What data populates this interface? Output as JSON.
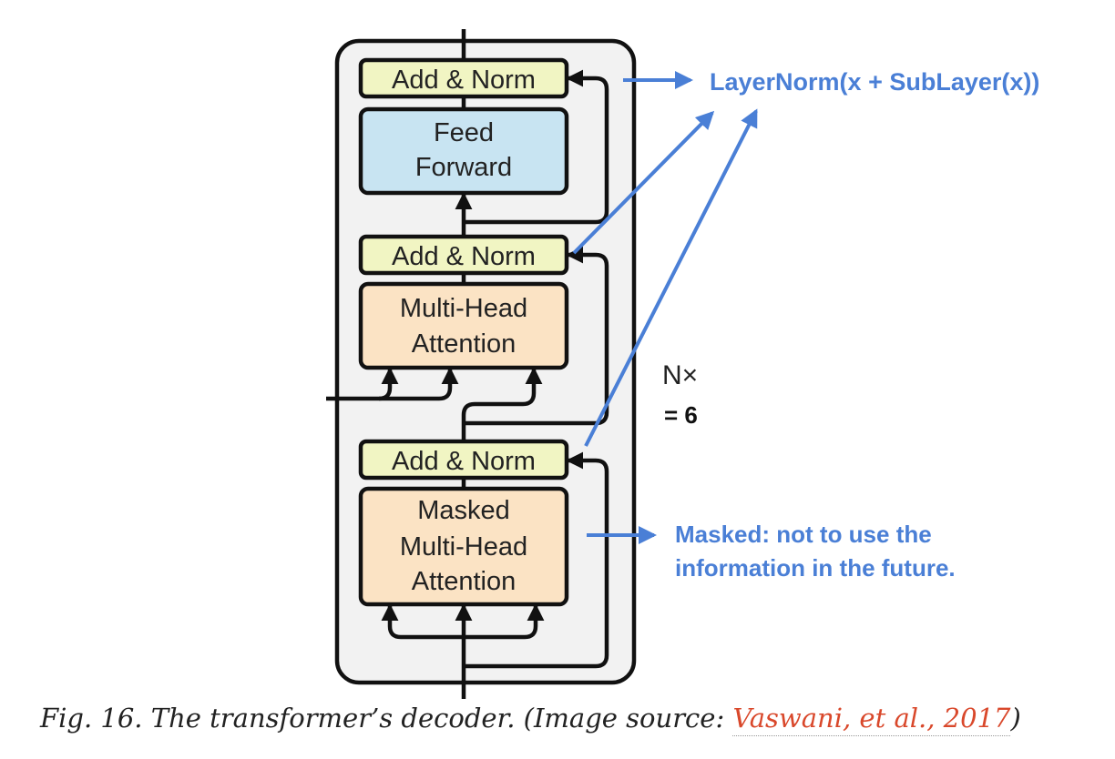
{
  "diagram": {
    "blocks": {
      "add_norm_top": "Add & Norm",
      "feed_forward": [
        "Feed",
        "Forward"
      ],
      "add_norm_middle": "Add & Norm",
      "multi_head_attention": [
        "Multi-Head",
        "Attention"
      ],
      "add_norm_bottom": "Add & Norm",
      "masked_multi_head_attention": [
        "Masked",
        "Multi-Head",
        "Attention"
      ]
    },
    "repeat": {
      "nx": "N×",
      "value": "= 6"
    },
    "annotations": {
      "layernorm_formula": "LayerNorm(x + SubLayer(x))",
      "masked_note": [
        "Masked: not to use the",
        "information in the future."
      ]
    },
    "colors": {
      "add_norm_fill": "#f1f5c3",
      "feed_forward_fill": "#c8e4f2",
      "attention_fill": "#fbe3c4",
      "container_fill": "#f2f2f2",
      "annotation_blue": "#4a7fd6",
      "link_red": "#d9482b"
    }
  },
  "caption": {
    "prefix": "Fig. 16. The transformer’s decoder. (Image source: ",
    "link_text": "Vaswani, et al., 2017",
    "suffix": ")"
  }
}
